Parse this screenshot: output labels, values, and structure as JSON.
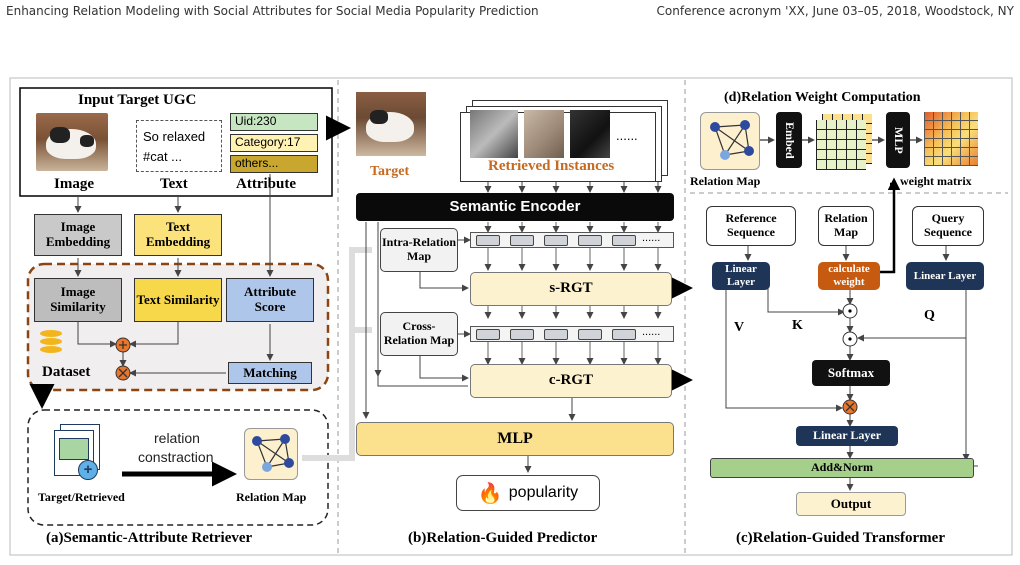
{
  "header": {
    "left": "Enhancing Relation Modeling with Social Attributes for Social Media Popularity Prediction",
    "right": "Conference acronym 'XX, June 03–05, 2018, Woodstock, NY"
  },
  "panel_a": {
    "input_title": "Input  Target  UGC",
    "text_sample": [
      "So relaxed",
      "#cat ..."
    ],
    "attributes": [
      "Uid:230",
      "Category:17",
      "others..."
    ],
    "labels": [
      "Image",
      "Text",
      "Attribute"
    ],
    "image_embedding": "Image Embedding",
    "text_embedding": "Text Embedding",
    "image_similarity": "Image Similarity",
    "text_similarity": "Text Similarity",
    "attribute_score": "Attribute Score",
    "dataset": "Dataset",
    "matching": "Matching",
    "relation_label": "relation",
    "construction_label": "constraction",
    "target_retrieved": "Target/Retrieved",
    "relation_map": "Relation Map",
    "caption": "(a)Semantic-Attribute Retriever"
  },
  "panel_b": {
    "target": "Target",
    "retrieved": "Retrieved Instances",
    "dots": "......",
    "semantic_encoder": "Semantic Encoder",
    "intra_map": "Intra-Relation Map",
    "cross_map": "Cross-Relation Map",
    "srgt": "s-RGT",
    "crgt": "c-RGT",
    "mlp": "MLP",
    "popularity": "popularity",
    "caption": "(b)Relation-Guided Predictor"
  },
  "panel_d": {
    "title": "(d)Relation Weight Computation",
    "relation_map": "Relation Map",
    "embed": "Embed",
    "mlp": "MLP",
    "weight_matrix": "weight matrix"
  },
  "panel_c": {
    "reference_sequence": "Reference Sequence",
    "relation_map": "Relation Map",
    "query_sequence": "Query Sequence",
    "linear_layer": "Linear Layer",
    "calculate_weight": "calculate weight",
    "v": "V",
    "k": "K",
    "q": "Q",
    "softmax": "Softmax",
    "linear_layer_wide": "Linear Layer",
    "add_norm": "Add&Norm",
    "output": "Output",
    "caption": "(c)Relation-Guided Transformer"
  }
}
